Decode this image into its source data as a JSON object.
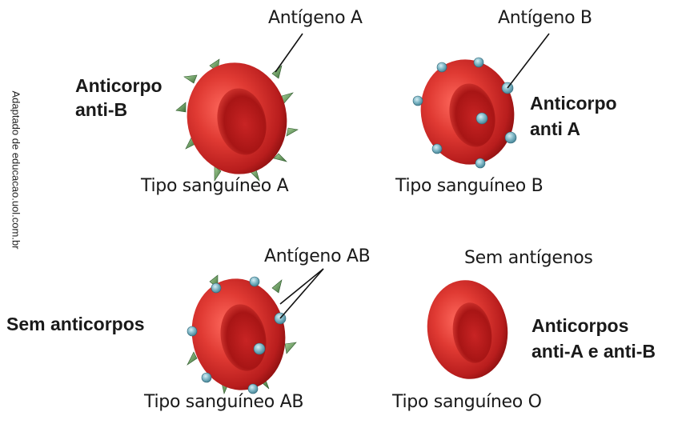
{
  "credit": "Adaptado de educacao.uol.com.br",
  "cells": {
    "a": {
      "antigen_label": "Antígeno A",
      "antibody_label_line1": "Anticorpo",
      "antibody_label_line2": "anti-B",
      "type_label": "Tipo sanguíneo A"
    },
    "b": {
      "antigen_label": "Antígeno B",
      "antibody_label_line1": "Anticorpo",
      "antibody_label_line2": "anti A",
      "type_label": "Tipo sanguíneo B"
    },
    "ab": {
      "antigen_label": "Antígeno AB",
      "antibody_label": "Sem anticorpos",
      "type_label": "Tipo sanguíneo AB"
    },
    "o": {
      "antigen_label": "Sem antígenos",
      "antibody_label_line1": "Anticorpos",
      "antibody_label_line2": "anti-A e anti-B",
      "type_label": "Tipo sanguíneo O"
    }
  },
  "colors": {
    "cell_red": "#d42a2a",
    "cell_dark": "#8e1010",
    "antigen_a_green": "#4f8a4a",
    "antigen_b_blue": "#6aa7b8"
  }
}
